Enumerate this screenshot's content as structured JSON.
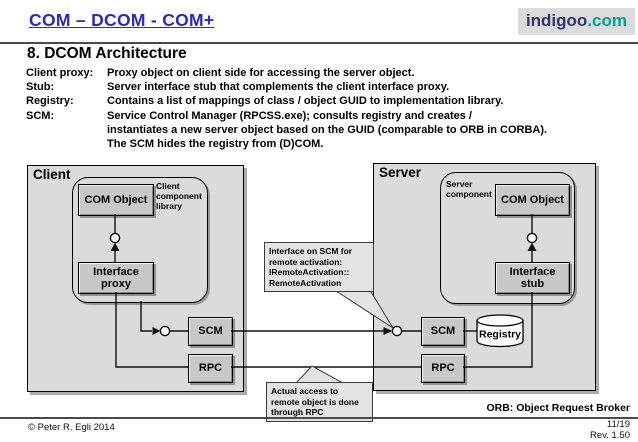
{
  "header": {
    "title": "COM – DCOM - COM+",
    "logo": {
      "name": "indigoo",
      "tld": ".com"
    }
  },
  "slide": {
    "title": "8. DCOM Architecture",
    "definitions": [
      {
        "term": "Client proxy:",
        "desc": "Proxy object on client side for accessing the server object."
      },
      {
        "term": "Stub:",
        "desc": "Server interface stub that complements the client interface proxy."
      },
      {
        "term": "Registry:",
        "desc": "Contains a list of mappings of class / object GUID to implementation library."
      },
      {
        "term": "SCM:",
        "desc": "Service Control Manager (RPCSS.exe); consults registry and creates /\ninstantiates a new server object based on the GUID (comparable to ORB in CORBA).\nThe SCM hides the registry from (D)COM."
      }
    ]
  },
  "diagram": {
    "client": {
      "label": "Client",
      "component_note": "Client\ncomponent\nlibrary",
      "com_object": "COM Object",
      "interface_box": "Interface\nproxy",
      "scm": "SCM",
      "rpc": "RPC"
    },
    "server": {
      "label": "Server",
      "component_note": "Server\ncomponent",
      "com_object": "COM Object",
      "interface_box": "Interface\nstub",
      "scm": "SCM",
      "rpc": "RPC",
      "registry": "Registry"
    },
    "callouts": {
      "scm_interface": "Interface on SCM for\nremote activation:\nIRemoteActivation::\nRemoteActivation",
      "rpc_access": "Actual access to\nremote object is done\nthrough RPC"
    }
  },
  "footer": {
    "orb_note": "ORB: Object Request Broker",
    "copyright": "© Peter R. Egli 2014",
    "page": "11/19",
    "revision": "Rev. 1.50"
  },
  "colors": {
    "header_blue": "#2828cf",
    "logo_indigo": "#333370",
    "logo_teal": "#00a29b",
    "box_fill": "#dbdbdb",
    "node_fill": "#c8c8c8",
    "callout_fill": "#e3e3e3"
  }
}
